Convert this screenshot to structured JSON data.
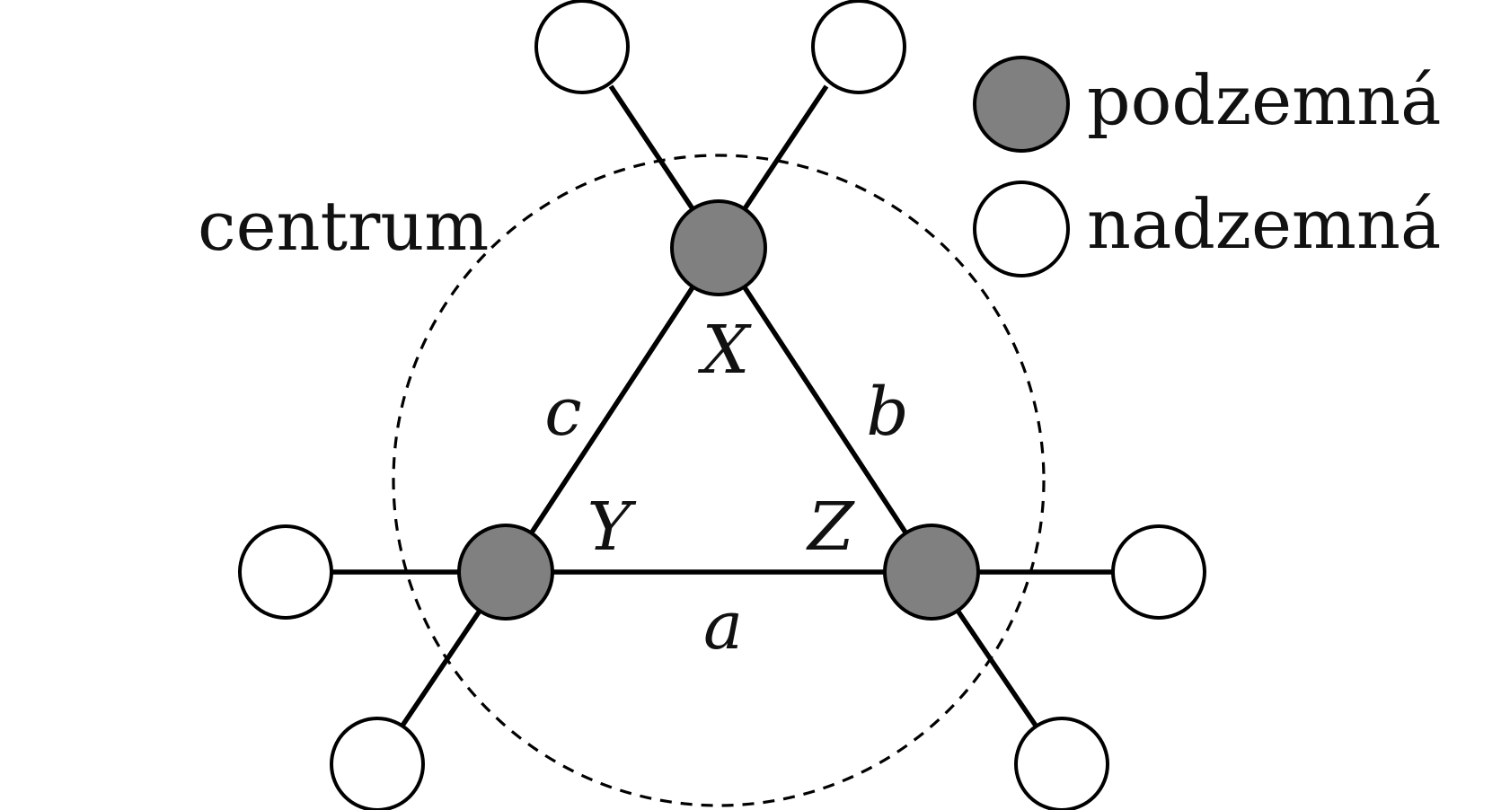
{
  "colors": {
    "underground": "#808080",
    "aboveground": "#ffffff",
    "stroke": "#000000"
  },
  "legend": {
    "underground_label": "podzemná",
    "aboveground_label": "nadzemná"
  },
  "region_label": "centrum",
  "nodes": {
    "x": "X",
    "y": "Y",
    "z": "Z"
  },
  "edges": {
    "a": "a",
    "b": "b",
    "c": "c"
  }
}
